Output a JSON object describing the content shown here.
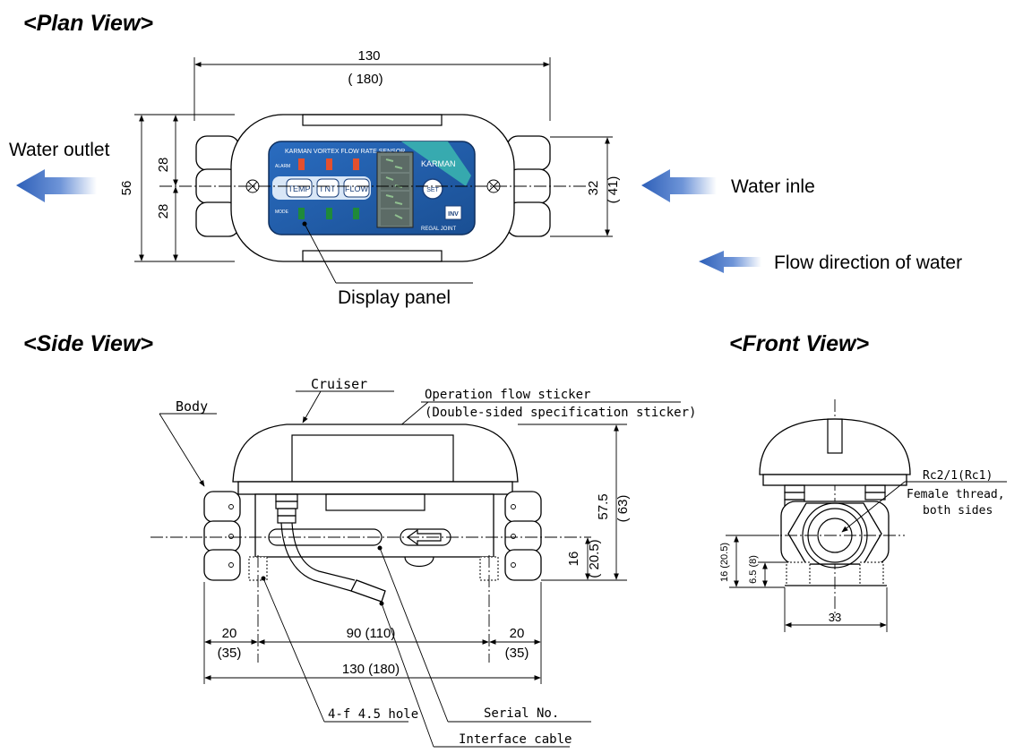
{
  "views": {
    "plan_title": "<Plan View>",
    "side_title": "<Side View>",
    "front_title": "<Front View>"
  },
  "plan": {
    "water_outlet": "Water outlet",
    "water_inlet": "Water inle",
    "flow_direction": "Flow direction of water",
    "display_panel": "Display panel",
    "dim_width": "130",
    "dim_width_alt": "( 180)",
    "dim_height": "56",
    "dim_half_top": "28",
    "dim_half_bottom": "28",
    "dim_depth": "32",
    "dim_depth_alt": "( 41)"
  },
  "panel": {
    "header": "KARMAN VORTEX FLOW RATE SENSOR",
    "brand": "KARMAN",
    "alarm": "ALARM",
    "mode": "MODE",
    "btn_temp": "TEMP",
    "btn_int": "I NT",
    "btn_flow": "FLOW",
    "btn_set": "SET",
    "inv": "INV",
    "footer": "REGAL JOINT"
  },
  "side": {
    "body": "Body",
    "cruiser": "Cruiser",
    "sticker_1": "Operation flow sticker",
    "sticker_2": "(Double-sided specification sticker)",
    "dim_height": "57.5",
    "dim_height_alt": "( 63)",
    "dim_axis": "16",
    "dim_axis_alt": "( 20.5)",
    "dim_left": "20",
    "dim_left_alt": "(35)",
    "dim_mid": "90 (110)",
    "dim_right": "20",
    "dim_right_alt": "(35)",
    "dim_total": "130 (180)",
    "hole": "4-f 4.5 hole",
    "serial": "Serial No.",
    "cable": "Interface cable"
  },
  "front": {
    "thread_1": "Rc2/1(Rc1)",
    "thread_2": "Female thread,",
    "thread_3": "both sides",
    "dim_a": "16 (20.5)",
    "dim_b": "6.5 (8)",
    "dim_width": "33"
  },
  "colors": {
    "arrow_blue": "#3f6fc4",
    "panel_blue": "#1f5fa8",
    "led_red": "#e4502e",
    "led_green": "#1f8a3a"
  }
}
